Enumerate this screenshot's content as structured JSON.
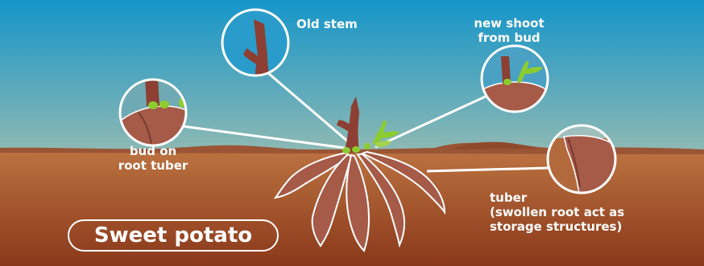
{
  "title": "Sweet potato",
  "labels": {
    "old_stem": "Old stem",
    "new_shoot_line1": "new shoot",
    "new_shoot_line2": "from  bud",
    "bud_line1": "bud on",
    "bud_line2": "root tuber",
    "tuber_line1": "tuber",
    "tuber_line2": "(swollen root act as",
    "tuber_line3": "storage structures)"
  },
  "colors": {
    "sky_top": "#1595c9",
    "sky_bottom": "#8fb9b3",
    "soil_top": "#b66b3a",
    "soil_bottom": "#8c3a1c",
    "hills": "#9c5a39",
    "tuber": "#a65a48",
    "tuber_outline": "#ffffff",
    "stem": "#8c3f32",
    "bud": "#8dcc2f",
    "label_text": "#ffffff"
  }
}
